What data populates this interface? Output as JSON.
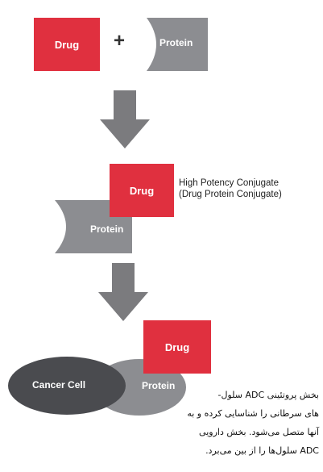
{
  "step1": {
    "drug_label": "Drug",
    "plus": "+",
    "protein_label": "Protein"
  },
  "step2": {
    "drug_label": "Drug",
    "protein_label": "Protein",
    "title_line1": "High Potency Conjugate",
    "title_line2": "(Drug Protein Conjugate)"
  },
  "step3": {
    "drug_label": "Drug",
    "protein_label": "Protein",
    "cell_label": "Cancer Cell"
  },
  "note": {
    "line1": "بخش پروتئینی ADC سلول-",
    "line2": "های سرطانی را شناسایی کرده و به",
    "line3": "آنها متصل می‌شود. بخش دارویی",
    "line4": "ADC سلول‌ها را از بین می‌برد."
  },
  "colors": {
    "drug": "#e0303f",
    "protein": "#8c8d91",
    "cell": "#4a4b4f",
    "arrow": "#7b7b7e"
  }
}
